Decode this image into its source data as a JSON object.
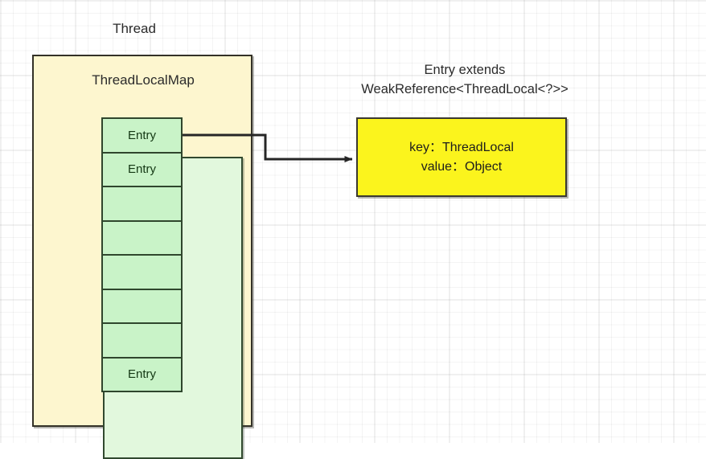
{
  "diagram": {
    "title": "ThreadLocal / ThreadLocalMap structure",
    "colors": {
      "thread_box_fill": "#fdf6cf",
      "thread_box_stroke": "#333127",
      "map_box_fill": "#e2f8dd",
      "map_box_stroke": "#31492f",
      "entry_cell_fill": "#c9f3c8",
      "entry_cell_stroke": "#2f462d",
      "entry_detail_fill": "#fbf41d",
      "entry_detail_stroke": "#3a3830",
      "connector_stroke": "#262626",
      "text": "#2b2b2b",
      "entry_text": "#143814",
      "background": "#ffffff",
      "grid_line": "#f0f0f0"
    },
    "thread": {
      "label": "Thread"
    },
    "thread_local_map": {
      "label": "ThreadLocalMap",
      "cells": [
        {
          "label": "Entry"
        },
        {
          "label": "Entry"
        },
        {
          "label": ""
        },
        {
          "label": ""
        },
        {
          "label": ""
        },
        {
          "label": ""
        },
        {
          "label": ""
        },
        {
          "label": "Entry"
        }
      ]
    },
    "entry_class": {
      "caption_line1": "Entry extends",
      "caption_line2": "WeakReference<ThreadLocal<?>>",
      "key_line": "key：ThreadLocal",
      "value_line": "value：Object"
    },
    "connector": {
      "name": "entry-to-entry-detail-arrow",
      "from": "first Entry cell",
      "to": "Entry detail box"
    }
  }
}
